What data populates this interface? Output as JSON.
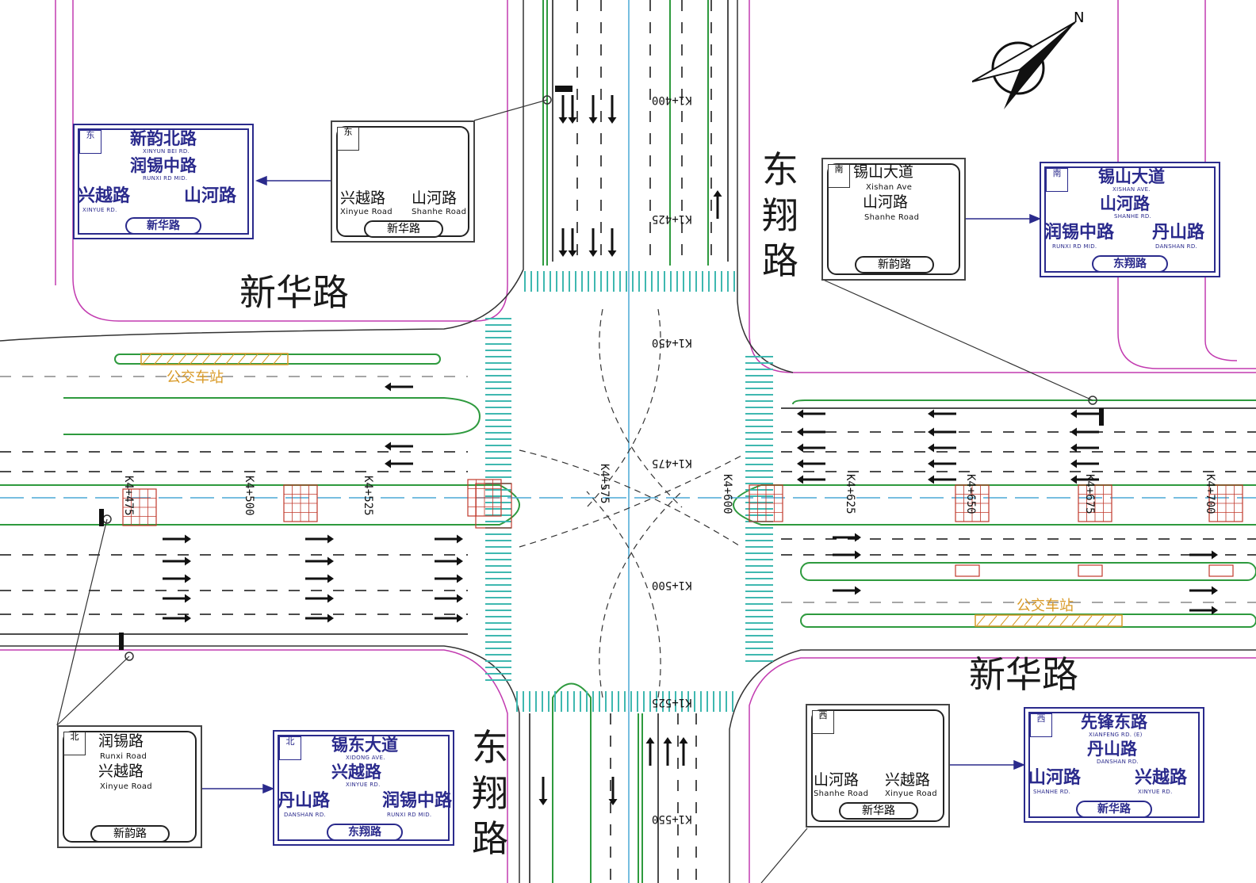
{
  "roads": {
    "xinhua_west": "新华路",
    "xinhua_east": "新华路",
    "dongxiang_north": "东翔路",
    "dongxiang_south": "东翔路"
  },
  "bus_stops": [
    "公交车站",
    "公交车站"
  ],
  "stakes_h": [
    "K4+475",
    "K4+500",
    "K4+525",
    "K4+575",
    "K4+600",
    "K4+625",
    "K4+650",
    "K4+675",
    "K4+700"
  ],
  "stakes_v": [
    "K1+400",
    "K1+425",
    "K1+450",
    "K1+475",
    "K1+500",
    "K1+525",
    "K1+550"
  ],
  "compass_label": "N",
  "signs": {
    "east_draft": {
      "dir": "东",
      "left": "兴越路",
      "left_en": "Xinyue Road",
      "right": "山河路",
      "right_en": "Shanhe Road",
      "bottom": "新华路"
    },
    "east_final": {
      "dir": "东",
      "top1": "新韵北路",
      "top1_en": "XINYUN BEI RD.",
      "top2": "润锡中路",
      "top2_en": "RUNXI RD MID.",
      "left": "兴越路",
      "left_en": "XINYUE RD.",
      "right": "山河路",
      "bottom": "新华路"
    },
    "south_draft": {
      "dir": "南",
      "top1": "锡山大道",
      "top1_en": "Xishan Ave",
      "top2": "山河路",
      "top2_en": "Shanhe Road",
      "bottom": "新韵路"
    },
    "south_final": {
      "dir": "南",
      "top1": "锡山大道",
      "top1_en": "XISHAN AVE.",
      "top2": "山河路",
      "top2_en": "SHANHE RD.",
      "left": "润锡中路",
      "left_en": "RUNXI RD MID.",
      "right": "丹山路",
      "right_en": "DANSHAN RD.",
      "bottom": "东翔路"
    },
    "north_draft": {
      "dir": "北",
      "top1": "润锡路",
      "top1_en": "Runxi Road",
      "top2": "兴越路",
      "top2_en": "Xinyue Road",
      "bottom": "新韵路"
    },
    "north_final": {
      "dir": "北",
      "top1": "锡东大道",
      "top1_en": "XIDONG AVE.",
      "top2": "兴越路",
      "top2_en": "XINYUE RD.",
      "left": "丹山路",
      "left_en": "DANSHAN RD.",
      "right": "润锡中路",
      "right_en": "RUNXI RD MID.",
      "bottom": "东翔路"
    },
    "west_draft": {
      "dir": "西",
      "left": "山河路",
      "left_en": "Shanhe Road",
      "right": "兴越路",
      "right_en": "Xinyue Road",
      "bottom": "新华路"
    },
    "west_final": {
      "dir": "西",
      "top1": "先锋东路",
      "top1_en": "XIANFENG RD. (E)",
      "top2": "丹山路",
      "top2_en": "DANSHAN RD.",
      "left": "山河路",
      "left_en": "SHANHE RD.",
      "right": "兴越路",
      "right_en": "XINYUE RD.",
      "bottom": "新华路"
    }
  },
  "colors": {
    "median_green": "#2e9a3e",
    "zebra_cyan": "#3fb8b0",
    "property_magenta": "#c23bb0",
    "sign_blue": "#2a2a8c",
    "centerline": "#4aa9d6",
    "bus_orange": "#d99a27",
    "hatch_red": "#c0392b"
  }
}
